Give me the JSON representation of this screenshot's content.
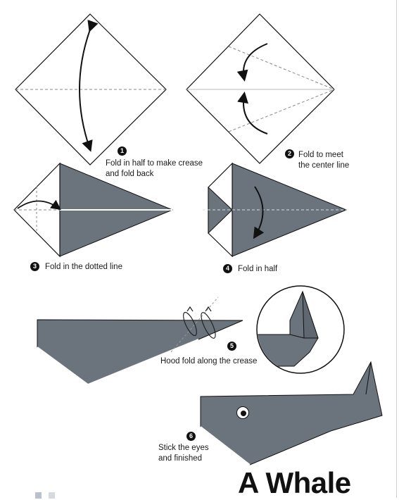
{
  "title": "A Whale",
  "colors": {
    "paper": "#6b747d",
    "paper_light": "#ffffff",
    "line": "#111111",
    "dash": "#8a8a8a"
  },
  "steps": [
    {
      "number": "1",
      "lines": [
        "Fold in half to make crease",
        "and fold back"
      ]
    },
    {
      "number": "2",
      "lines": [
        "Fold to meet",
        "the center line"
      ]
    },
    {
      "number": "3",
      "lines": [
        "Fold in the dotted line"
      ]
    },
    {
      "number": "4",
      "lines": [
        "Fold in half"
      ]
    },
    {
      "number": "5",
      "lines": [
        "Hood fold along the crease"
      ]
    },
    {
      "number": "6",
      "lines": [
        "Stick the eyes",
        "and finished"
      ]
    }
  ]
}
